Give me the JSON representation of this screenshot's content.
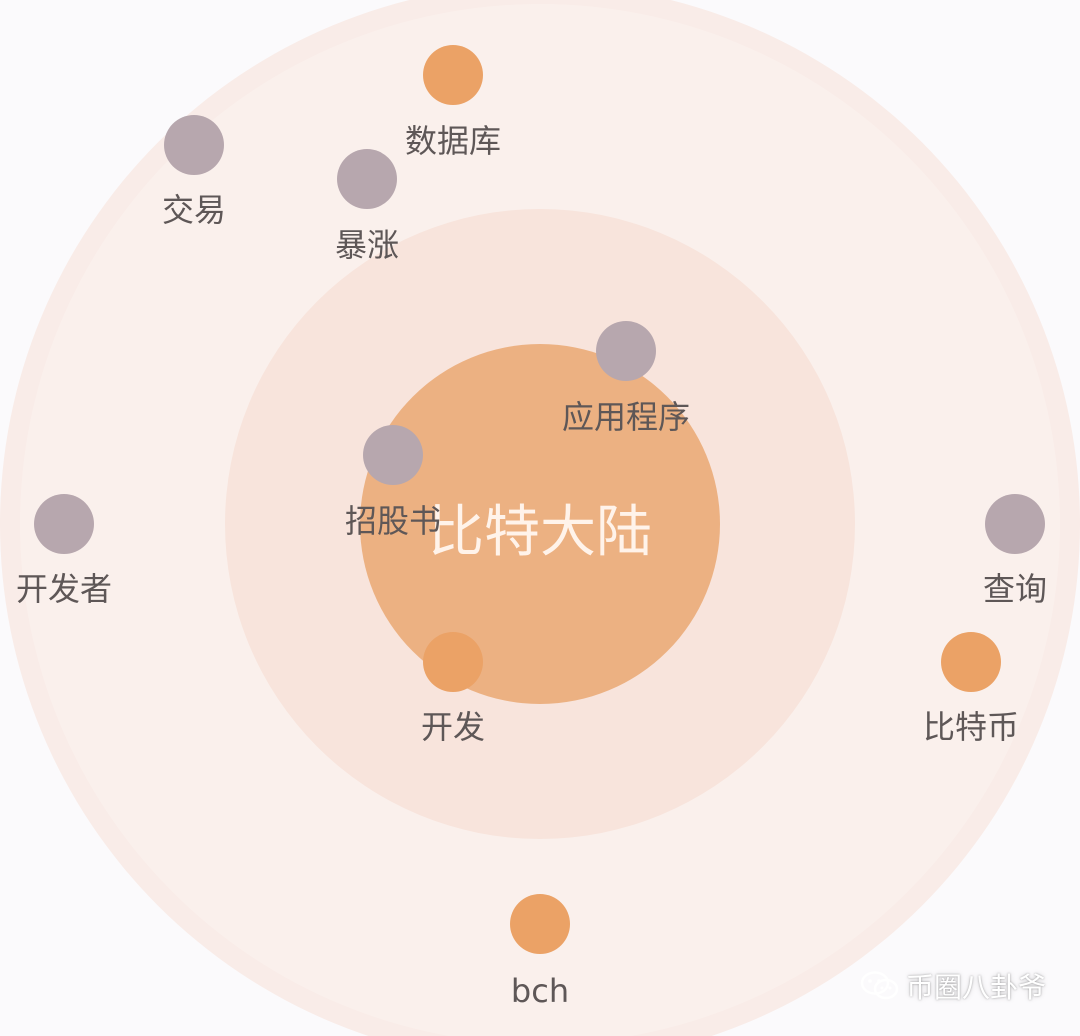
{
  "diagram": {
    "center_label": "比特大陆",
    "colors": {
      "background": "#fbfafc",
      "outer_ring": "#f9ece8",
      "outer_ring_inner": "#faf0ec",
      "middle_ring": "#f8e4dc",
      "core": "#ecb182",
      "orange_node": "#eba266",
      "gray_node": "#b7a7ae",
      "label_text": "#5e5757",
      "center_text": "#fff3ea"
    },
    "nodes": [
      {
        "id": "database",
        "label": "数据库",
        "color": "orange"
      },
      {
        "id": "trade",
        "label": "交易",
        "color": "gray"
      },
      {
        "id": "surge",
        "label": "暴涨",
        "color": "gray"
      },
      {
        "id": "app",
        "label": "应用程序",
        "color": "gray"
      },
      {
        "id": "prospectus",
        "label": "招股书",
        "color": "gray"
      },
      {
        "id": "developer",
        "label": "开发者",
        "color": "gray"
      },
      {
        "id": "query",
        "label": "查询",
        "color": "gray"
      },
      {
        "id": "develop",
        "label": "开发",
        "color": "orange"
      },
      {
        "id": "bitcoin",
        "label": "比特币",
        "color": "orange"
      },
      {
        "id": "bch",
        "label": "bch",
        "color": "orange"
      }
    ]
  },
  "watermark": {
    "text": "币圈八卦爷",
    "icon": "wechat-icon"
  }
}
